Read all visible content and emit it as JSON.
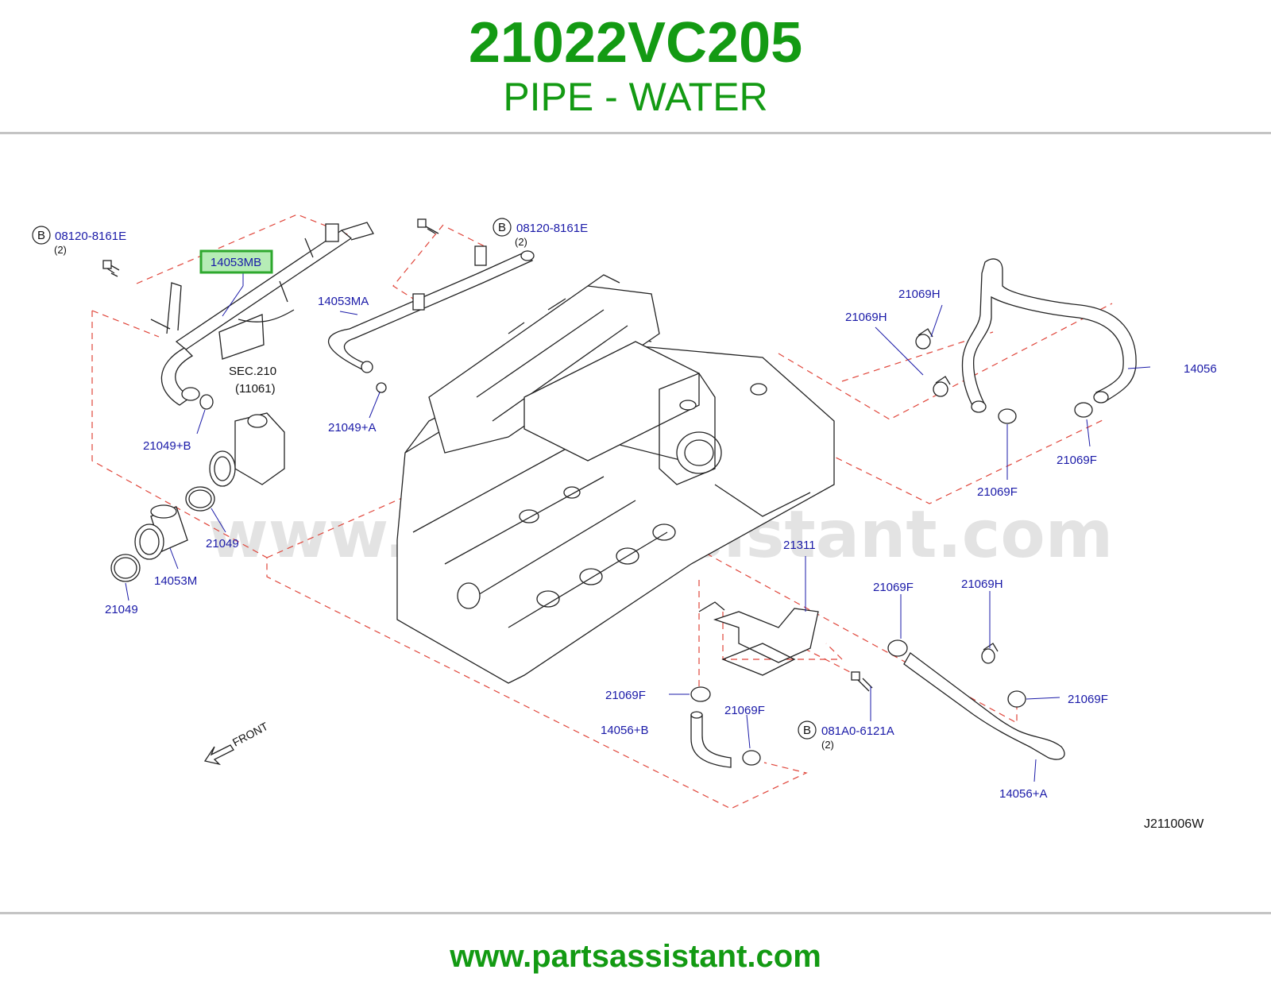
{
  "header": {
    "part_number": "21022VC205",
    "part_name": "PIPE - WATER"
  },
  "diagram": {
    "highlight_label": "14053MB",
    "section_ref": "SEC.210",
    "section_sub": "(11061)",
    "front_label": "FRONT",
    "drawing_code": "J211006W",
    "bolt_marker": "B",
    "watermark": "www.partsassistant.com",
    "callouts": {
      "bolt_left": "08120-8161E",
      "bolt_left_qty": "(2)",
      "bolt_top": "08120-8161E",
      "bolt_top_qty": "(2)",
      "bolt_bottom": "081A0-6121A",
      "bolt_bottom_qty": "(2)",
      "p14053ma": "14053MA",
      "p21049a": "21049+A",
      "p21049b": "21049+B",
      "p21049_1": "21049",
      "p21049_2": "21049",
      "p14053m": "14053M",
      "p21069h_1": "21069H",
      "p21069h_2": "21069H",
      "p14056": "14056",
      "p21069f_1": "21069F",
      "p21069f_2": "21069F",
      "p21311": "21311",
      "p21069f_3": "21069F",
      "p21069h_3": "21069H",
      "p21069f_4": "21069F",
      "p21069f_5": "21069F",
      "p21069f_6": "21069F",
      "p14056b": "14056+B",
      "p14056a": "14056+A"
    }
  },
  "footer": {
    "url": "www.partsassistant.com"
  },
  "colors": {
    "brand_green": "#139a13",
    "callout_blue": "#1a1aa8",
    "highlight_green": "#2ea82e",
    "leader_red": "#e0453a"
  }
}
